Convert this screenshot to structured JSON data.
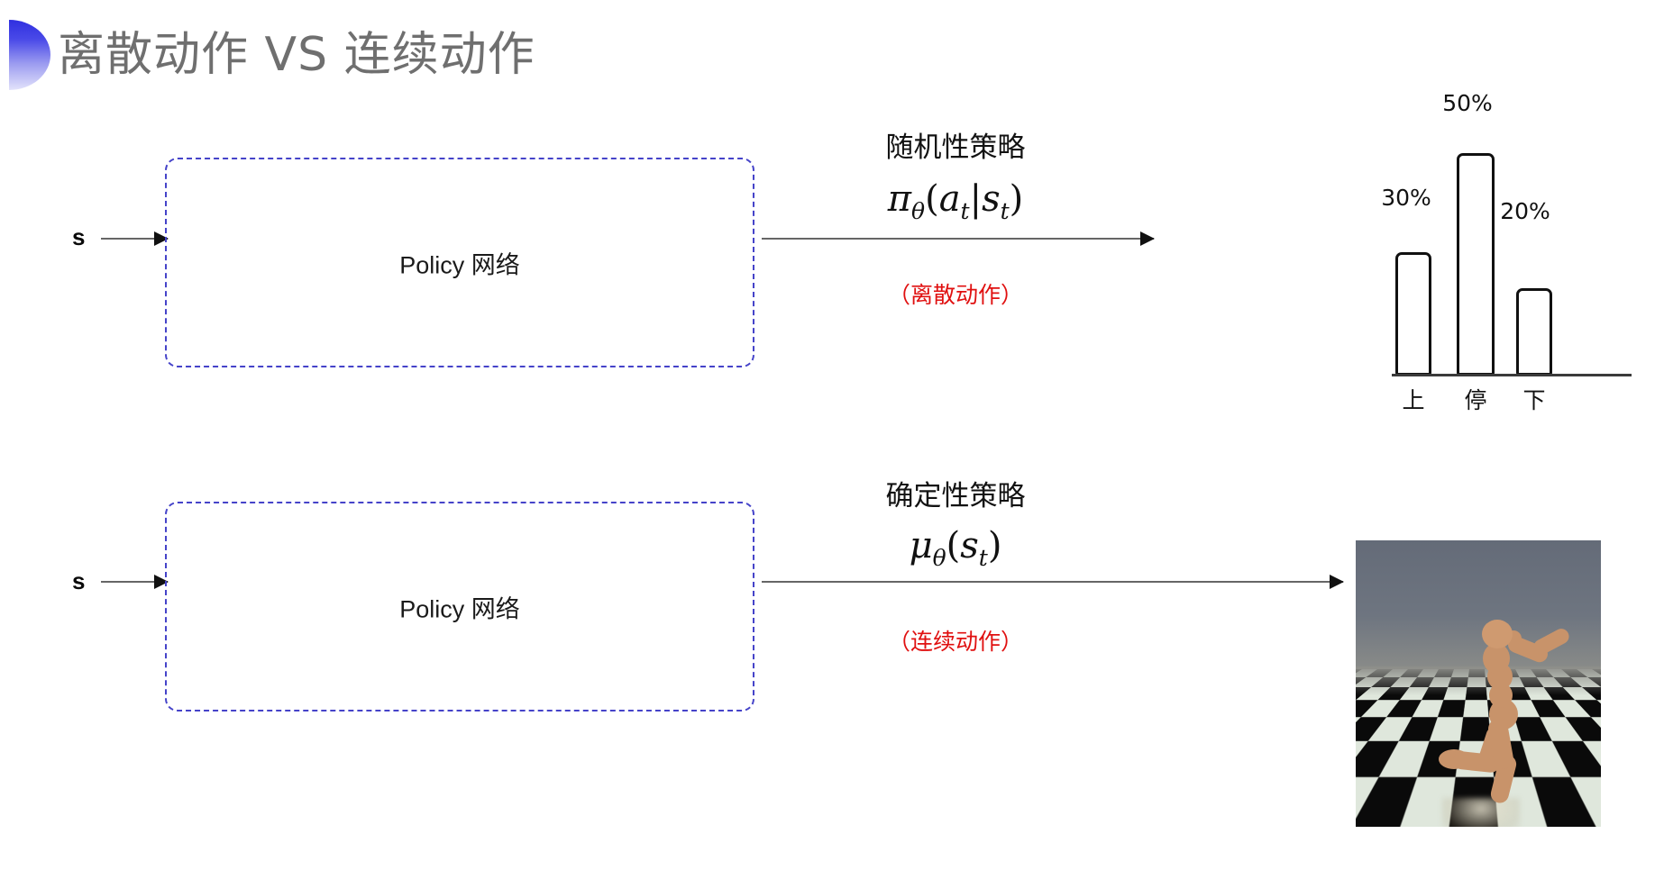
{
  "title": "离散动作 VS 连续动作",
  "rows": [
    {
      "state_label": "s",
      "box_label": "Policy 网络",
      "policy_caption": "随机性策略",
      "formula": {
        "fn": "π",
        "theta": "θ",
        "open": "(",
        "arg1": "a",
        "sub1": "t",
        "bar": "|",
        "arg2": "s",
        "sub2": "t",
        "close": ")"
      },
      "action_tag": "（离散动作）"
    },
    {
      "state_label": "s",
      "box_label": "Policy 网络",
      "policy_caption": "确定性策略",
      "formula": {
        "fn": "μ",
        "theta": "θ",
        "open": "(",
        "arg2": "s",
        "sub2": "t",
        "close": ")"
      },
      "action_tag": "（连续动作）"
    }
  ],
  "chart_data": {
    "type": "bar",
    "title": "",
    "xlabel": "",
    "ylabel": "",
    "categories": [
      "上",
      "停",
      "下"
    ],
    "values": [
      30,
      50,
      20
    ],
    "value_labels": [
      "30%",
      "50%",
      "20%"
    ],
    "ylim": [
      0,
      60
    ],
    "grid": false,
    "legend": "none",
    "bar_fill": "#ffffff",
    "bar_stroke": "#111111",
    "axis_color": "#3b3b3b"
  },
  "humanoid": {
    "caption": "",
    "sky_color": "#6d7480",
    "body_color": "#c8936a",
    "floor_colors": [
      "#0a0a0a",
      "#dfe7dc"
    ]
  },
  "colors": {
    "title_text": "#6f6f6f",
    "decoration_start": "#2f2fe0",
    "decoration_end": "#e3e3fb",
    "box_border": "#4543c9",
    "action_tag": "#e01010",
    "arrow": "#666666"
  }
}
